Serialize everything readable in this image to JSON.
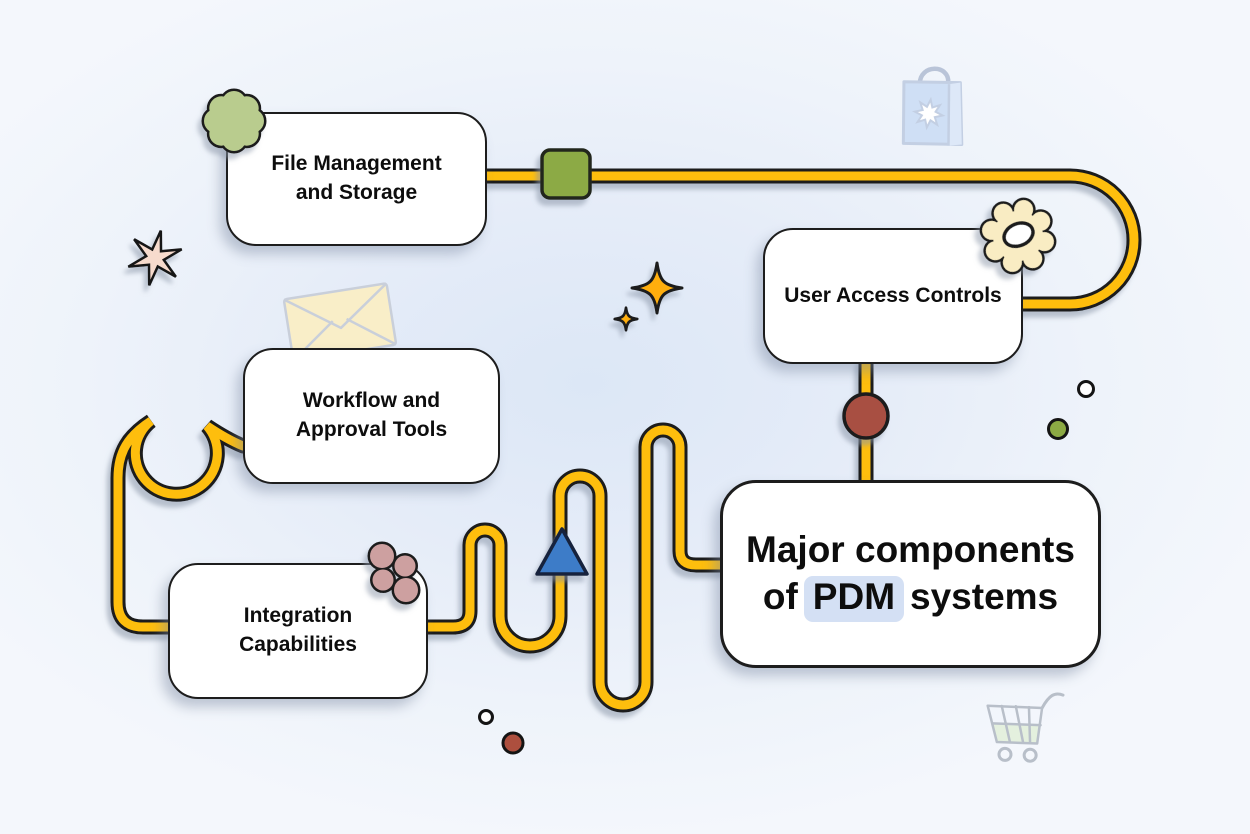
{
  "diagram": {
    "title": {
      "line1": "Major components",
      "line2_prefix": "of",
      "line2_highlight": "PDM",
      "line2_suffix": "systems"
    },
    "nodes": {
      "file_management": {
        "line1": "File Management",
        "line2": "and Storage"
      },
      "user_access": {
        "label": "User Access Controls"
      },
      "workflow": {
        "line1": "Workflow and",
        "line2": "Approval Tools"
      },
      "integration": {
        "line1": "Integration",
        "line2": "Capabilities"
      }
    },
    "colors": {
      "connector_yellow": "#FEBE0D",
      "outline_black": "#1b1b1b",
      "node_fill": "#ffffff",
      "pdm_highlight_blue": "#d4e0f4",
      "square_green": "#8caa44",
      "connector_dot_red": "#a85042",
      "triangle_blue": "#3d7bc8",
      "clover_green": "#b9cc8e",
      "gear_pale_yellow": "#f9ecc3",
      "clover_pink": "#cda0a0",
      "starburst_pink": "#f7dbcd",
      "sparkle_orange": "#ffae0e",
      "faded_icon_blue": "#cfdff5",
      "faded_icon_yellow": "#f9eec8",
      "faded_icon_green": "#e4f0de",
      "background": "#edf2f9"
    },
    "decorations": [
      "clover-icon",
      "shopping-bag-icon",
      "starburst-icon",
      "envelope-icon",
      "sparkle-icon",
      "gear-icon",
      "flower-icon",
      "shopping-cart-icon"
    ]
  }
}
